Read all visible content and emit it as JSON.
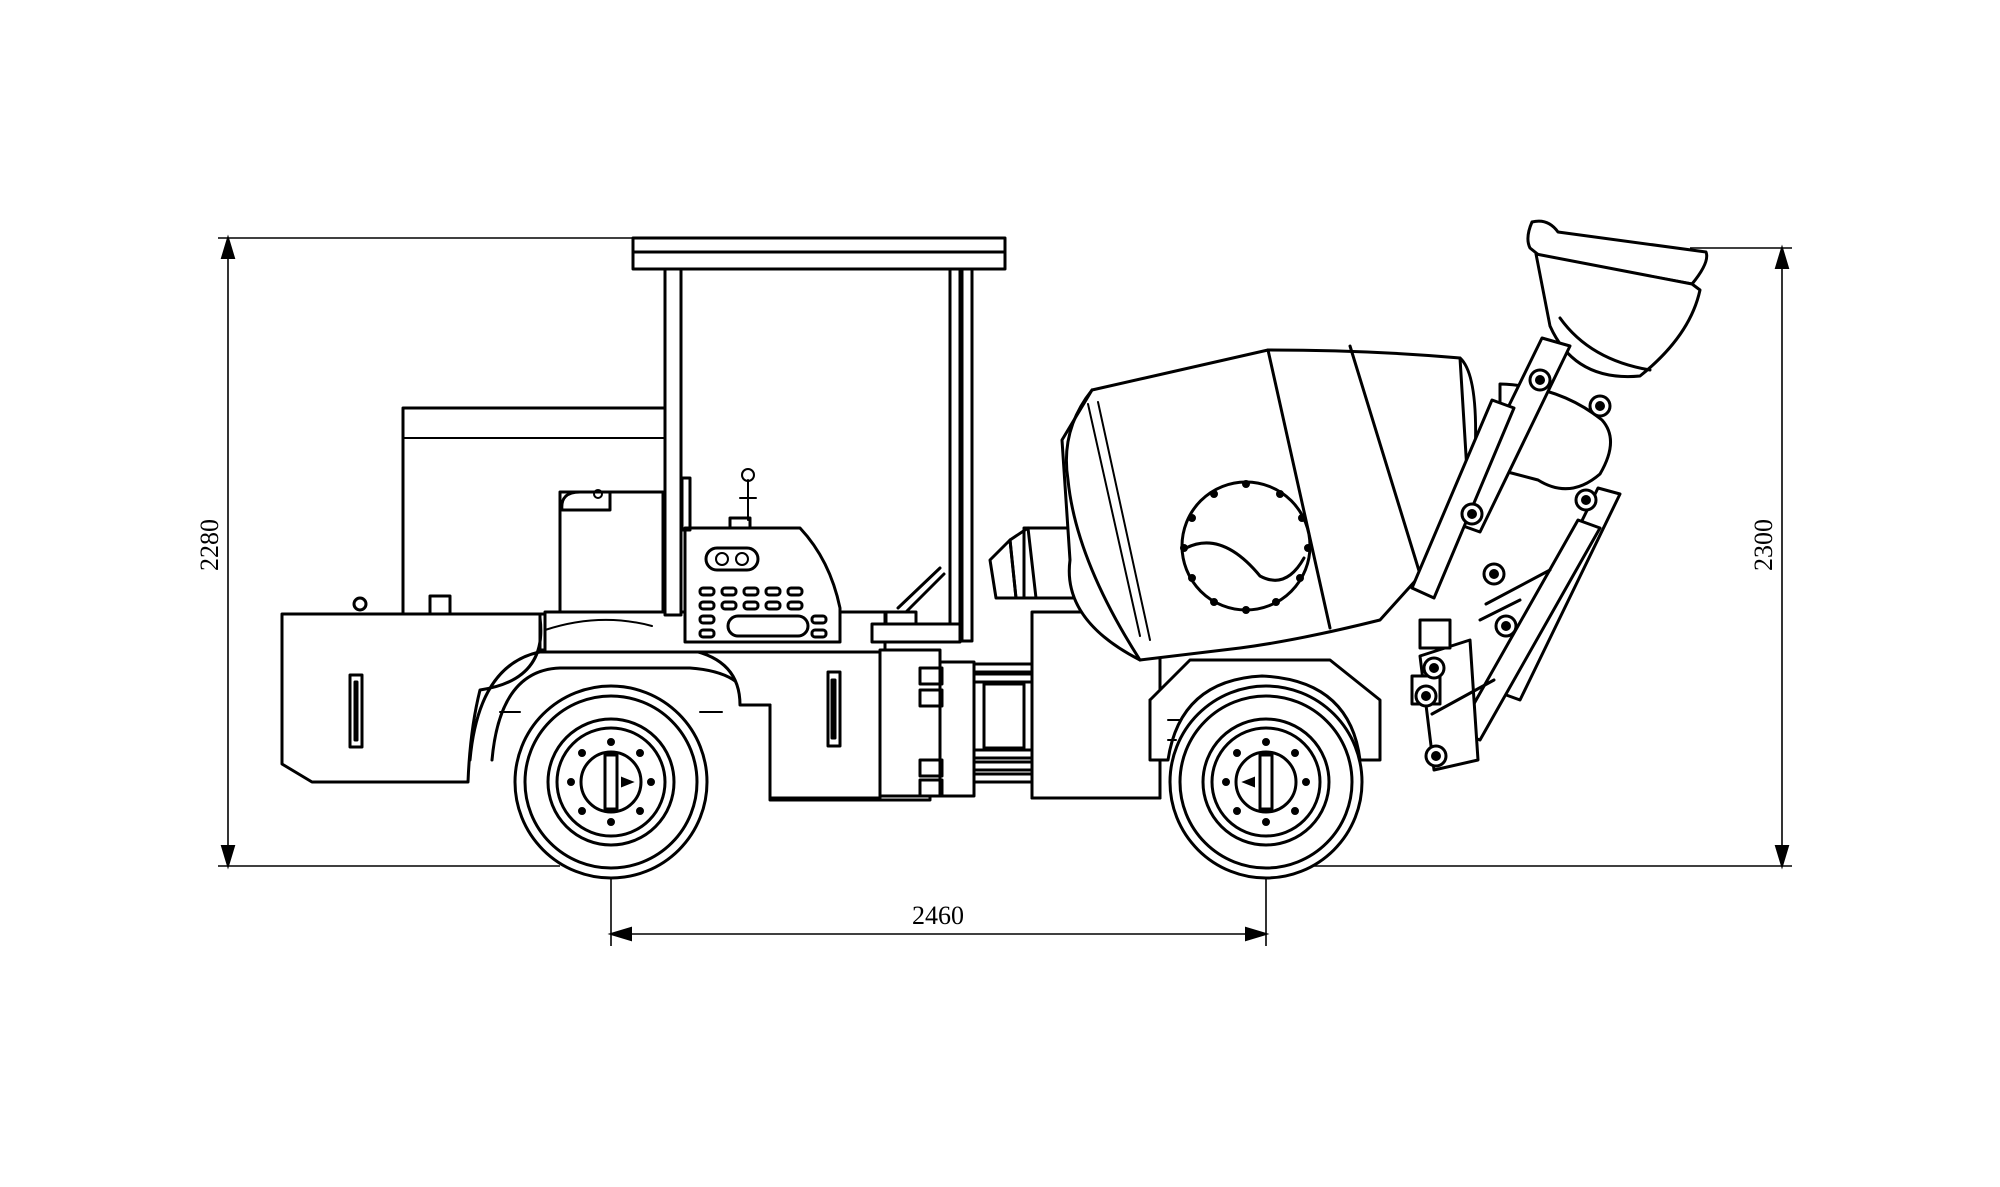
{
  "dimensions": {
    "overall_height_left": "2280",
    "overall_height_right": "2300",
    "wheelbase": "2460"
  }
}
